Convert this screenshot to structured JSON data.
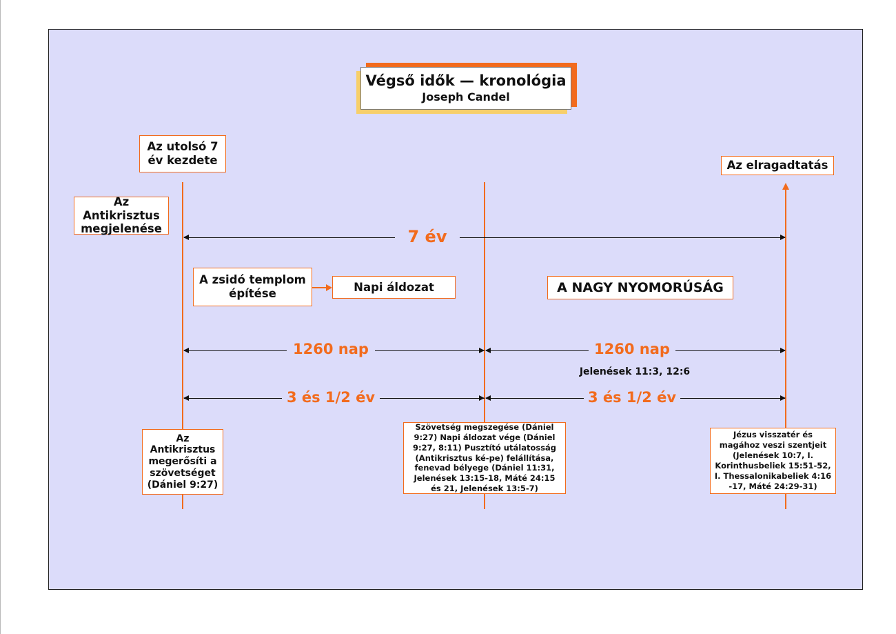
{
  "title": {
    "main": "Végső idők — kronológia",
    "author": "Joseph Candel"
  },
  "boxes": {
    "last_seven_start": "Az utolsó 7 év kezdete",
    "antichrist_appears": "Az Antikrisztus megjelenése",
    "temple_building": "A zsidó templom építése",
    "daily_sacrifice": "Napi áldozat",
    "great_tribulation": "A NAGY NYOMORÚSÁG",
    "rapture": "Az elragadtatás",
    "covenant_confirm": "Az Antikrisztus megerősíti a szövetséget (Dániel 9:27)",
    "covenant_break": "Szövetség megszegése (Dániel 9:27) Napi áldozat vége (Dániel 9:27, 8:11) Pusztító utálatosság (Antikrisztus ké-pe) felállítása, fenevad bélyege (Dániel 11:31, Jelenések 13:15-18, Máté 24:15 és 21, Jelenések 13:5-7)",
    "jesus_returns": "Jézus visszatér és magához veszi szentjeit (Jelenések 10:7, I. Korinthusbeliek 15:51-52, I. Thessalonikabeliek 4:16 -17, Máté 24:29-31)"
  },
  "spans": {
    "seven_years": "7 év",
    "days_first": "1260 nap",
    "days_second": "1260 nap",
    "half_first": "3 és 1/2 év",
    "half_second": "3 és 1/2 év",
    "revelation_ref": "Jelenések 11:3, 12:6"
  },
  "colors": {
    "accent": "#f26b1d",
    "background": "#dcdcfa",
    "title_shadow": "#f7cf6a"
  }
}
